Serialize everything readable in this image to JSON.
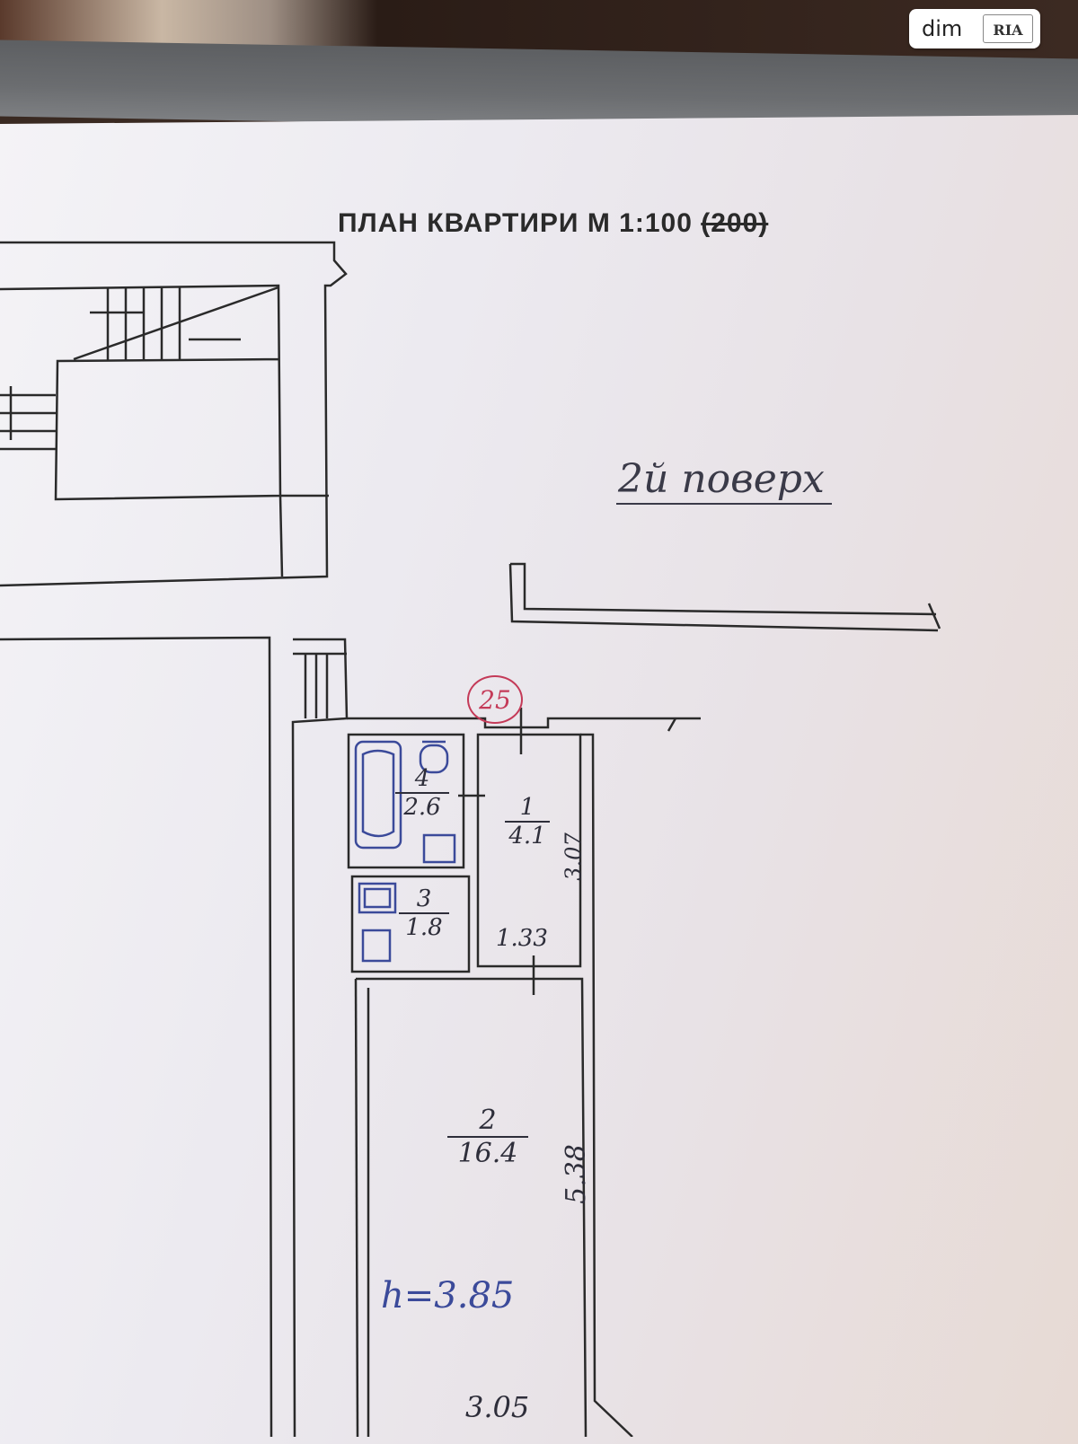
{
  "watermark": {
    "text": "dim",
    "logo_text": "RIA"
  },
  "plan": {
    "title_main": "ПЛАН КВАРТИРИ М 1:100",
    "title_struck": "(200)",
    "floor_label": "2й поверх",
    "unit_number": "25",
    "height_note": "h=3.85"
  },
  "rooms": [
    {
      "id": "bath",
      "number": "4",
      "area": "2.6"
    },
    {
      "id": "wc",
      "number": "3",
      "area": "1.8"
    },
    {
      "id": "hall",
      "number": "1",
      "area": "4.1"
    },
    {
      "id": "living",
      "number": "2",
      "area": "16.4"
    }
  ],
  "dimensions": {
    "hall_width": "1.33",
    "hall_length": "3.07",
    "living_length": "5.38",
    "living_width": "3.05"
  },
  "colors": {
    "line": "#2a2a2a",
    "stamp": "#c43a58",
    "blue_ink": "#3b4a9a"
  }
}
